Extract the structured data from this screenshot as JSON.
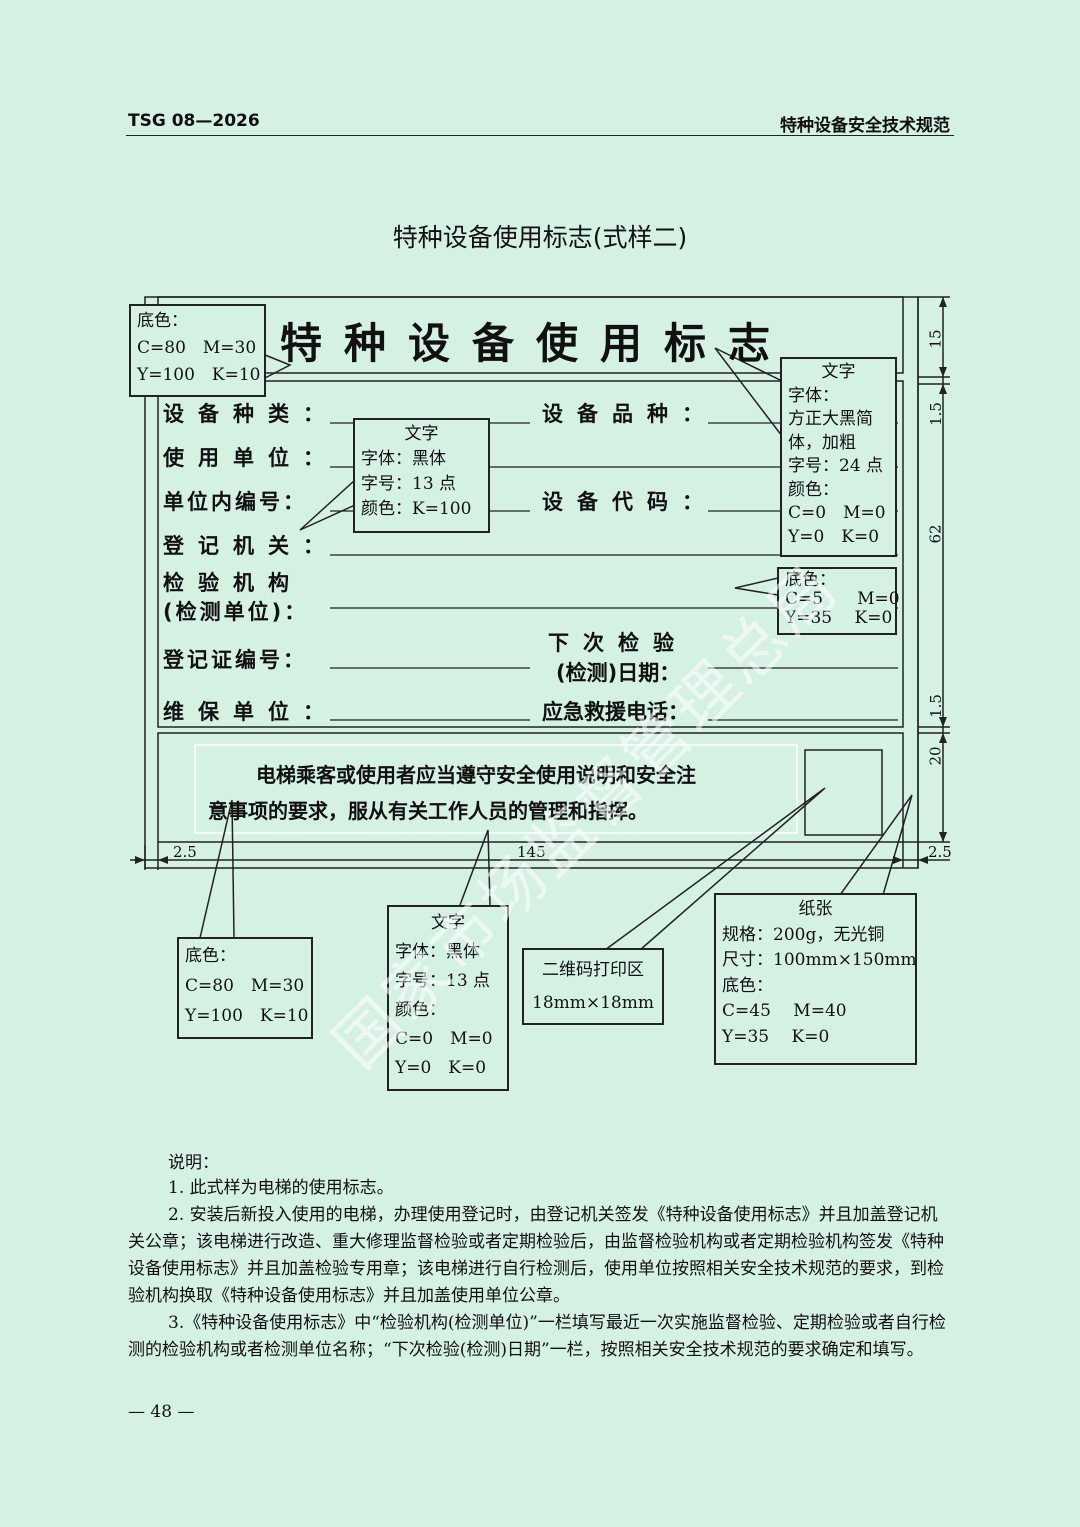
{
  "header": {
    "code": "TSG 08—2026",
    "category": "特种设备安全技术规范"
  },
  "title": "特种设备使用标志(式样二)",
  "sign": {
    "heading": "特种设备使用标志",
    "fields_left": [
      "设备种类：",
      "使用单位：",
      "单位内编号：",
      "登记机关：",
      "检验机构",
      "(检测单位)：",
      "登记证编号：",
      "维保单位："
    ],
    "fields_right": [
      "设备品种：",
      "设备代码：",
      "下次检验",
      "(检测)日期：",
      "应急救援电话："
    ],
    "message_line1": "电梯乘客或使用者应当遵守安全使用说明和安全注",
    "message_line2": "意事项的要求，服从有关工作人员的管理和指挥。"
  },
  "dimensions": {
    "top": "15",
    "row": "1.5",
    "body": "62",
    "row2": "1.5",
    "bottom": "20",
    "left": "2.5",
    "width": "145",
    "right": "2.5"
  },
  "callouts": {
    "bg_top": [
      "底色：",
      "C=80　M=30",
      "Y=100　K=10"
    ],
    "text_fields": [
      "文字",
      "字体：黑体",
      "字号：13 点",
      "颜色：K=100"
    ],
    "text_heading": [
      "文字",
      "字体：",
      "方正大黑简",
      "体，加粗",
      "字号：24 点",
      "颜色：",
      "C=0　M=0",
      "Y=0　K=0"
    ],
    "bg_body": [
      "底色：",
      "C=5　　M=0",
      "Y=35　 K=0"
    ],
    "bg_bottom": [
      "底色：",
      "C=80　M=30",
      "Y=100　K=10"
    ],
    "text_message": [
      "文字",
      "字体：黑体",
      "字号：13 点",
      "颜色：",
      "C=0　M=0",
      "Y=0　K=0"
    ],
    "qr": [
      "二维码打印区",
      "18mm×18mm"
    ],
    "paper": [
      "纸张",
      "规格：200g，无光铜",
      "尺寸：100mm×150mm",
      "底色：",
      "C=45　 M=40",
      "Y=35　 K=0"
    ]
  },
  "notes": {
    "heading": "说明：",
    "items": [
      "1. 此式样为电梯的使用标志。",
      "2. 安装后新投入使用的电梯，办理使用登记时，由登记机关签发《特种设备使用标志》并且加盖登记机关公章；该电梯进行改造、重大修理监督检验或者定期检验后，由监督检验机构或者定期检验机构签发《特种设备使用标志》并且加盖检验专用章；该电梯进行自行检测后，使用单位按照相关安全技术规范的要求，到检验机构换取《特种设备使用标志》并且加盖使用单位公章。",
      "3.《特种设备使用标志》中“检验机构(检测单位)”一栏填写最近一次实施监督检验、定期检验或者自行检测的检验机构或者检测单位名称；“下次检验(检测)日期”一栏，按照相关安全技术规范的要求确定和填写。"
    ]
  },
  "page_number": "— 48 —",
  "watermark": "国家市场监督管理总局",
  "colors": {
    "background": "#d4f1e3",
    "ink": "#111111"
  }
}
